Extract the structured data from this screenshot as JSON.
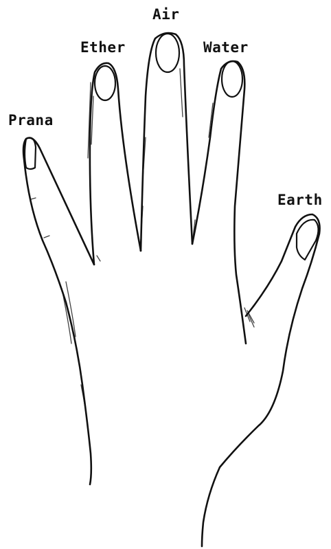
{
  "labels": {
    "prana": "Prana",
    "ether": "Ether",
    "air": "Air",
    "water": "Water",
    "earth": "Earth"
  },
  "colors": {
    "ink": "#111111",
    "background": "#ffffff"
  }
}
